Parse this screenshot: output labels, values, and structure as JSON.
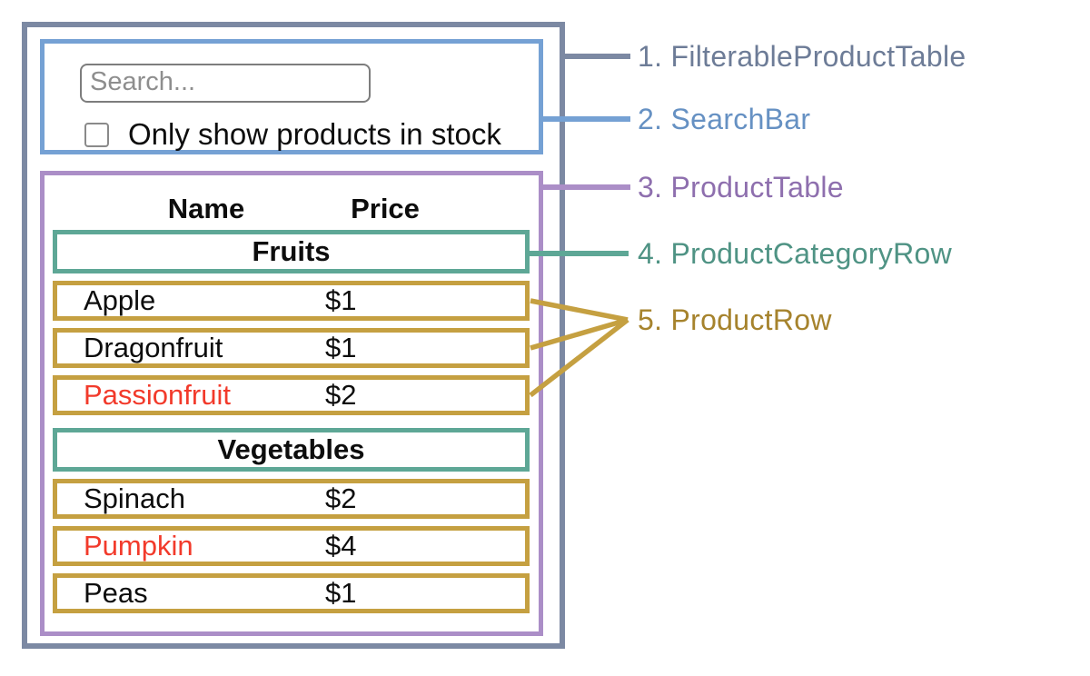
{
  "app": {
    "search_bar": {
      "search_placeholder": "Search...",
      "checkbox_label": "Only show products in stock",
      "checkbox_checked": false
    },
    "product_table": {
      "columns": [
        "Name",
        "Price"
      ],
      "sections": [
        {
          "category": "Fruits",
          "rows": [
            {
              "name": "Apple",
              "price": "$1",
              "name_red": false
            },
            {
              "name": "Dragonfruit",
              "price": "$1",
              "name_red": false
            },
            {
              "name": "Passionfruit",
              "price": "$2",
              "name_red": true
            }
          ]
        },
        {
          "category": "Vegetables",
          "rows": [
            {
              "name": "Spinach",
              "price": "$2",
              "name_red": false
            },
            {
              "name": "Pumpkin",
              "price": "$4",
              "name_red": true
            },
            {
              "name": "Peas",
              "price": "$1",
              "name_red": false
            }
          ]
        }
      ]
    }
  },
  "annotations": {
    "labels": [
      {
        "label": "1. FilterableProductTable",
        "color": "#6d7c97"
      },
      {
        "label": "2. SearchBar",
        "color": "#6691c3"
      },
      {
        "label": "3. ProductTable",
        "color": "#8e6fae"
      },
      {
        "label": "4. ProductCategoryRow",
        "color": "#4f9384"
      },
      {
        "label": "5. ProductRow",
        "color": "#a6832d"
      }
    ]
  },
  "colors": {
    "filterable_product_table_border": "#7c89a3",
    "search_bar_border": "#75a1d4",
    "product_table_border": "#ab8ec7",
    "product_category_row_border": "#5ea796",
    "product_row_border": "#c5a041",
    "out_of_stock_text": "#f23a2b"
  }
}
